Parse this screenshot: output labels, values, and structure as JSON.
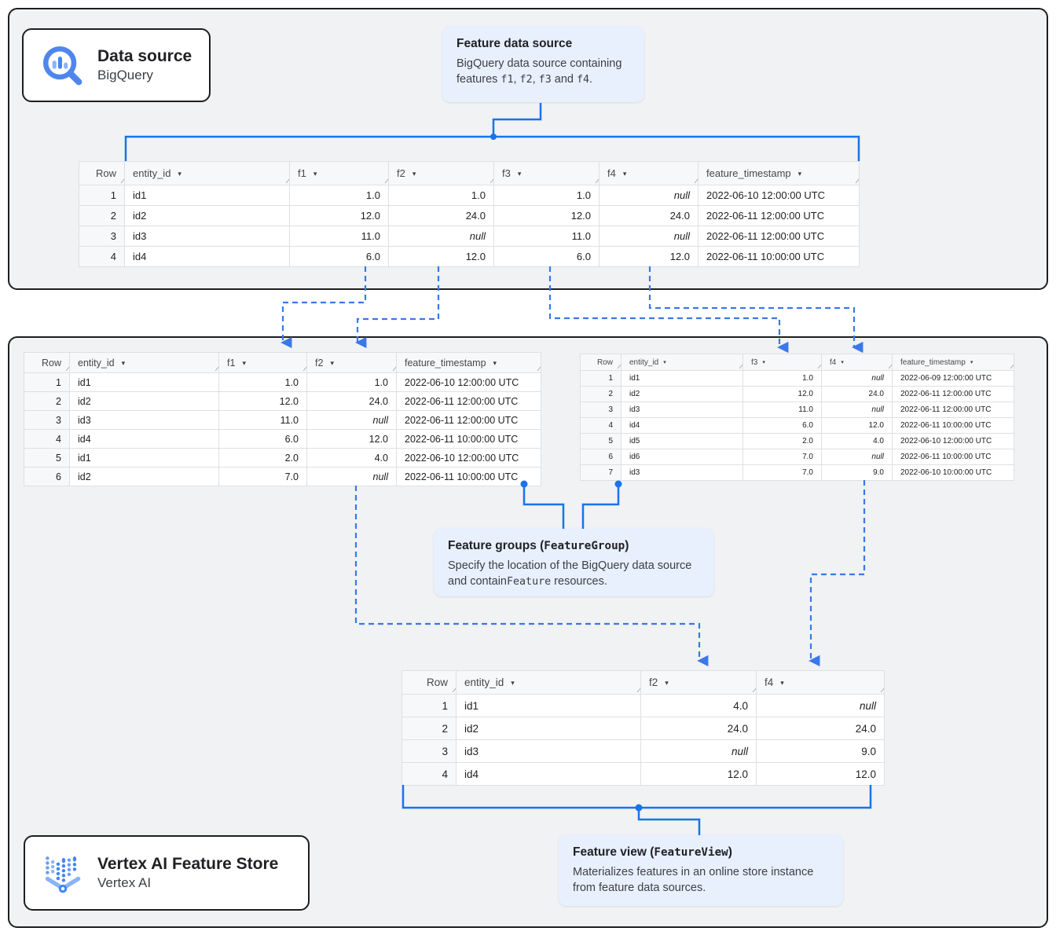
{
  "colors": {
    "solid_connector": "#1a73e8",
    "dashed_connector": "#3b78e8",
    "callout_bg": "#e8f0fe",
    "container_bg": "#f0f2f3",
    "brand_blue": "#4285f4",
    "brand_blue_light": "#8ab4f8",
    "null_text": "#9aa0a6"
  },
  "icons": {
    "column_dropdown": "▾",
    "resize_grip": "∕∕"
  },
  "badges": {
    "data_source": {
      "title": "Data source",
      "subtitle": "BigQuery"
    },
    "feature_store": {
      "title": "Vertex AI Feature Store",
      "subtitle": "Vertex AI"
    }
  },
  "callouts": {
    "feature_data_source": {
      "title": "Feature data source",
      "body": [
        {
          "t": "BigQuery data source containing features "
        },
        {
          "t": "f1"
        },
        {
          "t": ", "
        },
        {
          "t": "f2"
        },
        {
          "t": ", "
        },
        {
          "t": "f3"
        },
        {
          "t": " and "
        },
        {
          "t": "f4"
        },
        {
          "t": "."
        }
      ]
    },
    "feature_groups": {
      "title_pre": "Feature groups (",
      "title_mono": "FeatureGroup",
      "title_post": ")",
      "body": [
        {
          "t": "Specify the location of the BigQuery data source and contain"
        },
        {
          "t": "Feature"
        },
        {
          "t": " resources."
        }
      ]
    },
    "feature_view": {
      "title_pre": "Feature view (",
      "title_mono": "FeatureView",
      "title_post": ")",
      "body": "Materializes features in an online store instance from feature data sources."
    }
  },
  "tables": {
    "source": {
      "columns": [
        "Row",
        "entity_id",
        "f1",
        "f2",
        "f3",
        "f4",
        "feature_timestamp"
      ],
      "rows": [
        [
          "1",
          "id1",
          "1.0",
          "1.0",
          "1.0",
          "null",
          "2022-06-10 12:00:00 UTC"
        ],
        [
          "2",
          "id2",
          "12.0",
          "24.0",
          "12.0",
          "24.0",
          "2022-06-11 12:00:00 UTC"
        ],
        [
          "3",
          "id3",
          "11.0",
          "null",
          "11.0",
          "null",
          "2022-06-11 12:00:00 UTC"
        ],
        [
          "4",
          "id4",
          "6.0",
          "12.0",
          "6.0",
          "12.0",
          "2022-06-11 10:00:00 UTC"
        ]
      ]
    },
    "group1": {
      "columns": [
        "Row",
        "entity_id",
        "f1",
        "f2",
        "feature_timestamp"
      ],
      "rows": [
        [
          "1",
          "id1",
          "1.0",
          "1.0",
          "2022-06-10 12:00:00 UTC"
        ],
        [
          "2",
          "id2",
          "12.0",
          "24.0",
          "2022-06-11 12:00:00 UTC"
        ],
        [
          "3",
          "id3",
          "11.0",
          "null",
          "2022-06-11 12:00:00 UTC"
        ],
        [
          "4",
          "id4",
          "6.0",
          "12.0",
          "2022-06-11 10:00:00 UTC"
        ],
        [
          "5",
          "id1",
          "2.0",
          "4.0",
          "2022-06-10 12:00:00 UTC"
        ],
        [
          "6",
          "id2",
          "7.0",
          "null",
          "2022-06-11 10:00:00 UTC"
        ]
      ]
    },
    "group2": {
      "columns": [
        "Row",
        "entity_id",
        "f3",
        "f4",
        "feature_timestamp"
      ],
      "rows": [
        [
          "1",
          "id1",
          "1.0",
          "null",
          "2022-06-09 12:00:00 UTC"
        ],
        [
          "2",
          "id2",
          "12.0",
          "24.0",
          "2022-06-11 12:00:00 UTC"
        ],
        [
          "3",
          "id3",
          "11.0",
          "null",
          "2022-06-11 12:00:00 UTC"
        ],
        [
          "4",
          "id4",
          "6.0",
          "12.0",
          "2022-06-11 10:00:00 UTC"
        ],
        [
          "5",
          "id5",
          "2.0",
          "4.0",
          "2022-06-10 12:00:00 UTC"
        ],
        [
          "6",
          "id6",
          "7.0",
          "null",
          "2022-06-11 10:00:00 UTC"
        ],
        [
          "7",
          "id3",
          "7.0",
          "9.0",
          "2022-06-10 10:00:00 UTC"
        ]
      ]
    },
    "view": {
      "columns": [
        "Row",
        "entity_id",
        "f2",
        "f4"
      ],
      "rows": [
        [
          "1",
          "id1",
          "4.0",
          "null"
        ],
        [
          "2",
          "id2",
          "24.0",
          "24.0"
        ],
        [
          "3",
          "id3",
          "null",
          "9.0"
        ],
        [
          "4",
          "id4",
          "12.0",
          "12.0"
        ]
      ]
    }
  }
}
